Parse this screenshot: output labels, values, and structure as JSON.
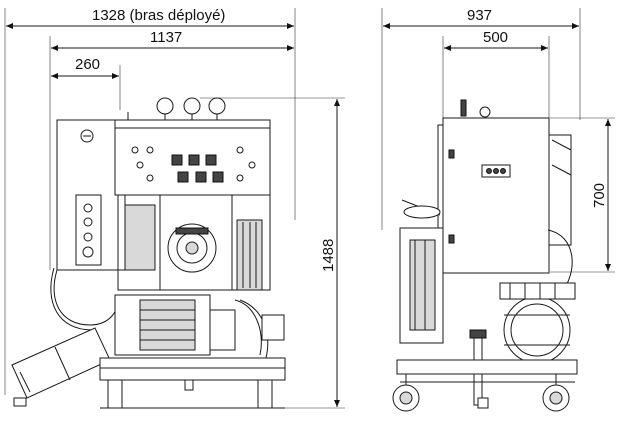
{
  "dimensions": {
    "overall_width_arm_deployed": "1328 (bras déployé)",
    "overall_width": "1137",
    "arm_offset": "260",
    "height": "1488",
    "depth": "937",
    "side_width": "500",
    "panel_height": "700"
  }
}
